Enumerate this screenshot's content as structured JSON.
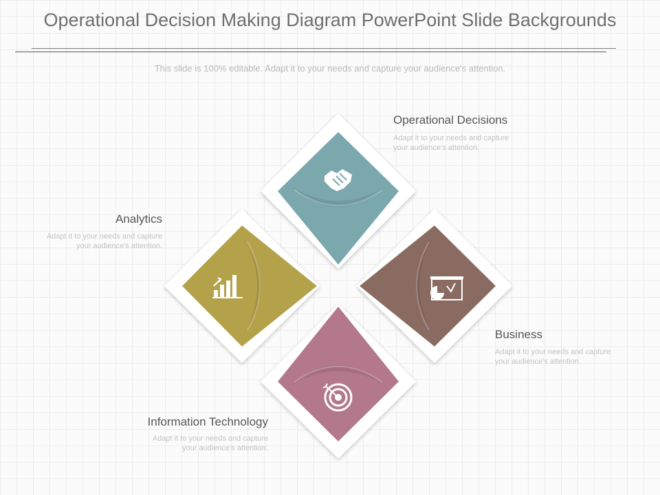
{
  "header": {
    "title": "Operational Decision Making Diagram PowerPoint Slide Backgrounds",
    "subtitle": "This slide is 100% editable. Adapt it to your needs and capture your audience's attention."
  },
  "items": [
    {
      "label": "Operational Decisions",
      "desc_line1": "Adapt it to your needs and capture",
      "desc_line2": "your audience's attention.",
      "color": "#7aa8ad",
      "icon": "handshake-icon"
    },
    {
      "label": "Analytics",
      "desc_line1": "Adapt it to your needs and capture",
      "desc_line2": "your audience's attention.",
      "color": "#b4a24a",
      "icon": "bar-chart-growth-icon"
    },
    {
      "label": "Business",
      "desc_line1": "Adapt it to your needs and capture",
      "desc_line2": "your audience's attention.",
      "color": "#8a6b62",
      "icon": "presentation-board-icon"
    },
    {
      "label": "Information Technology",
      "desc_line1": "Adapt it to your needs and capture",
      "desc_line2": "your audience's attention.",
      "color": "#b3788b",
      "icon": "target-icon"
    }
  ]
}
